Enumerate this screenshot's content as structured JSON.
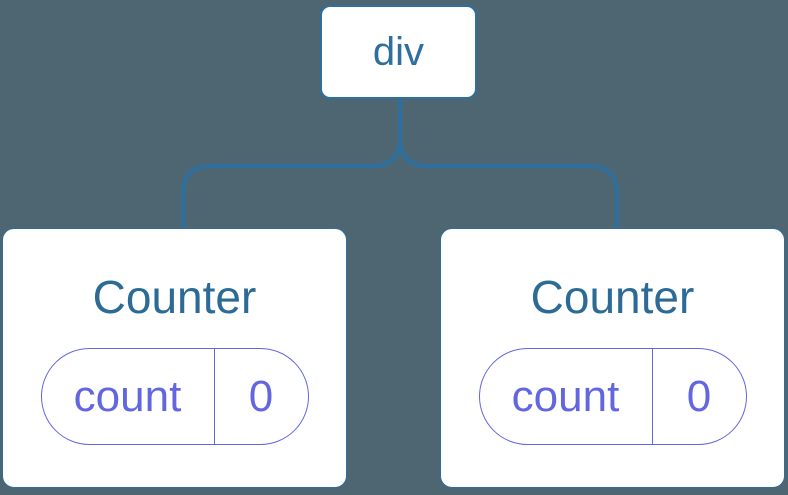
{
  "diagram": {
    "description": "Component tree: a div root element with two Counter component children, each holding its own count state",
    "colors": {
      "background": "#4D6672",
      "tree_accent_blue": "#2E6F9F",
      "title_blue": "#2C6B96",
      "state_purple": "#6267E0",
      "card_background": "#FFFFFF"
    },
    "root_node": {
      "label": "div"
    },
    "children": [
      {
        "title": "Counter",
        "state": {
          "key": "count",
          "value": "0"
        }
      },
      {
        "title": "Counter",
        "state": {
          "key": "count",
          "value": "0"
        }
      }
    ]
  }
}
